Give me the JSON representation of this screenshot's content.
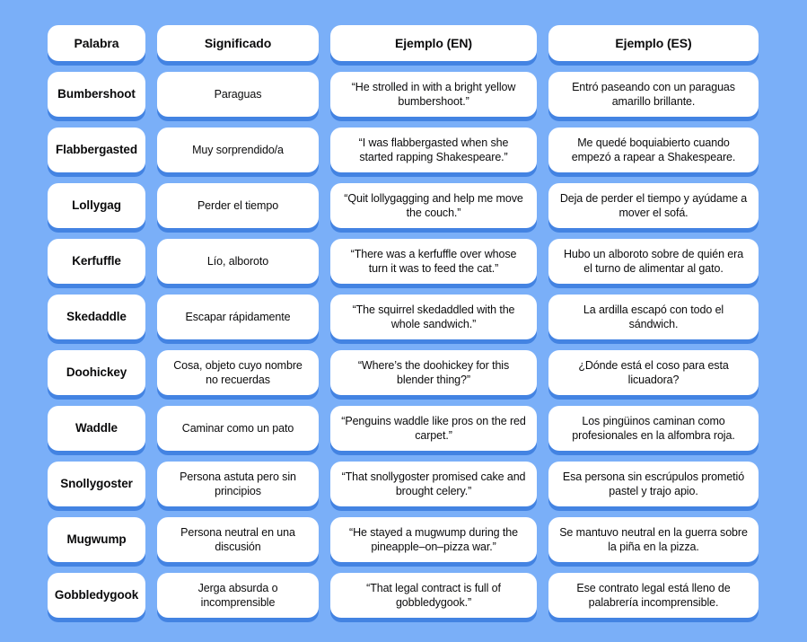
{
  "page": {
    "background_color": "#7AAFF8",
    "cell_background_color": "#FFFFFF",
    "cell_shadow_color": "#4383E2",
    "text_color": "#0B0B0C"
  },
  "table": {
    "columns": [
      {
        "id": "palabra",
        "label": "Palabra"
      },
      {
        "id": "significado",
        "label": "Significado"
      },
      {
        "id": "ejemplo_en",
        "label": "Ejemplo (EN)"
      },
      {
        "id": "ejemplo_es",
        "label": "Ejemplo (ES)"
      }
    ],
    "rows": [
      {
        "palabra": "Bumbershoot",
        "significado": "Paraguas",
        "ejemplo_en": "“He strolled in with a bright yellow bumbershoot.”",
        "ejemplo_es": "Entró paseando con un paraguas amarillo brillante."
      },
      {
        "palabra": "Flabbergasted",
        "significado": "Muy sorprendido/a",
        "ejemplo_en": "“I was flabbergasted when she started rapping Shakespeare.”",
        "ejemplo_es": "Me quedé boquiabierto cuando empezó a rapear a Shakespeare."
      },
      {
        "palabra": "Lollygag",
        "significado": "Perder el tiempo",
        "ejemplo_en": "“Quit lollygagging and help me move the couch.”",
        "ejemplo_es": "Deja de perder el tiempo y ayúdame a mover el sofá."
      },
      {
        "palabra": "Kerfuffle",
        "significado": "Lío, alboroto",
        "ejemplo_en": "“There was a kerfuffle over whose turn it was to feed the cat.”",
        "ejemplo_es": "Hubo un alboroto sobre de quién era el turno de alimentar al gato."
      },
      {
        "palabra": "Skedaddle",
        "significado": "Escapar rápidamente",
        "ejemplo_en": "“The squirrel skedaddled with the whole sandwich.”",
        "ejemplo_es": "La ardilla escapó con todo el sándwich."
      },
      {
        "palabra": "Doohickey",
        "significado": "Cosa, objeto cuyo nombre no recuerdas",
        "ejemplo_en": "“Where’s the doohickey for this blender thing?”",
        "ejemplo_es": "¿Dónde está el coso para esta licuadora?"
      },
      {
        "palabra": "Waddle",
        "significado": "Caminar como un pato",
        "ejemplo_en": "“Penguins waddle like pros on the red carpet.”",
        "ejemplo_es": "Los pingüinos caminan como profesionales en la alfombra roja."
      },
      {
        "palabra": "Snollygoster",
        "significado": "Persona astuta pero sin principios",
        "ejemplo_en": "“That snollygoster promised cake and brought celery.”",
        "ejemplo_es": "Esa persona sin escrúpulos prometió pastel y trajo apio."
      },
      {
        "palabra": "Mugwump",
        "significado": "Persona neutral en una discusión",
        "ejemplo_en": "“He stayed a mugwump during the pineapple–on–pizza war.”",
        "ejemplo_es": "Se mantuvo neutral en la guerra sobre la piña en la pizza."
      },
      {
        "palabra": "Gobbledygook",
        "significado": "Jerga absurda o incomprensible",
        "ejemplo_en": "“That legal contract is full of gobbledygook.”",
        "ejemplo_es": "Ese contrato legal está lleno de palabrería incomprensible."
      }
    ]
  }
}
